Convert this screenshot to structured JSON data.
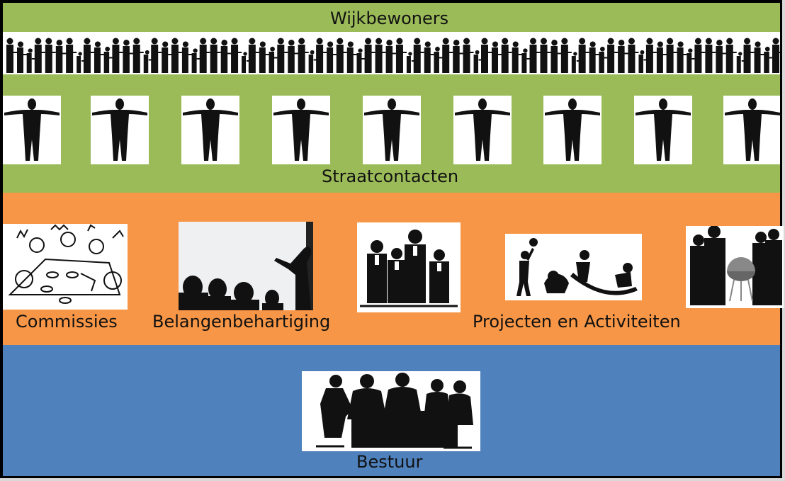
{
  "diagram": {
    "title": "Wijkbewoners",
    "layers": [
      {
        "id": "wijkbewoners",
        "label": "Wijkbewoners",
        "color": "#9bbb59",
        "image": "crowd-of-residents-silhouette"
      },
      {
        "id": "straatcontacten",
        "label": "Straatcontacten",
        "color": "#9bbb59",
        "image_count": 9,
        "image": "person-open-arms-silhouette"
      },
      {
        "id": "werkgroepen",
        "color": "#f79646",
        "groups": [
          {
            "label": "Commissies",
            "image": "meeting-cartoon"
          },
          {
            "label": "Belangenbehartiging",
            "image": "presentation-audience-silhouette"
          },
          {
            "label": "Projecten en Activiteiten",
            "images": [
              "singing-choir-cartoon",
              "children-playing-silhouette",
              "barbecue-silhouette"
            ]
          }
        ]
      },
      {
        "id": "bestuur",
        "label": "Bestuur",
        "color": "#4f81bd",
        "image": "board-meeting-silhouette"
      }
    ]
  },
  "colors": {
    "green": "#9bbb59",
    "orange": "#f79646",
    "blue": "#4f81bd",
    "border": "#000000"
  }
}
